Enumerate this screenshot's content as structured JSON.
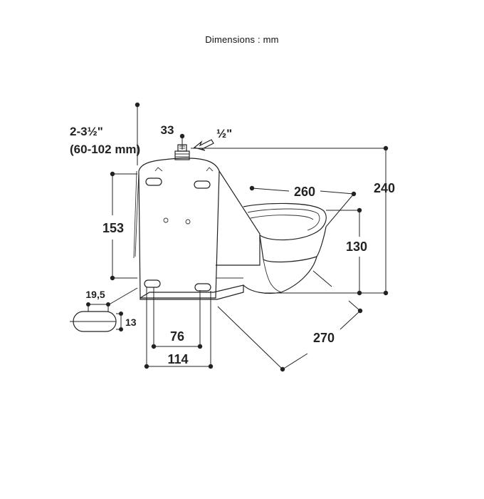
{
  "title": "Dimensions : mm",
  "labels": {
    "pipe_range": "2-3½\"",
    "pipe_range_mm": "(60-102 mm)",
    "d33": "33",
    "thread": "½\"",
    "d260": "260",
    "d240": "240",
    "d153": "153",
    "d130": "130",
    "d19_5": "19,5",
    "d13": "13",
    "d76": "76",
    "d114": "114",
    "d270": "270"
  },
  "colors": {
    "line": "#222222",
    "background": "#ffffff"
  }
}
